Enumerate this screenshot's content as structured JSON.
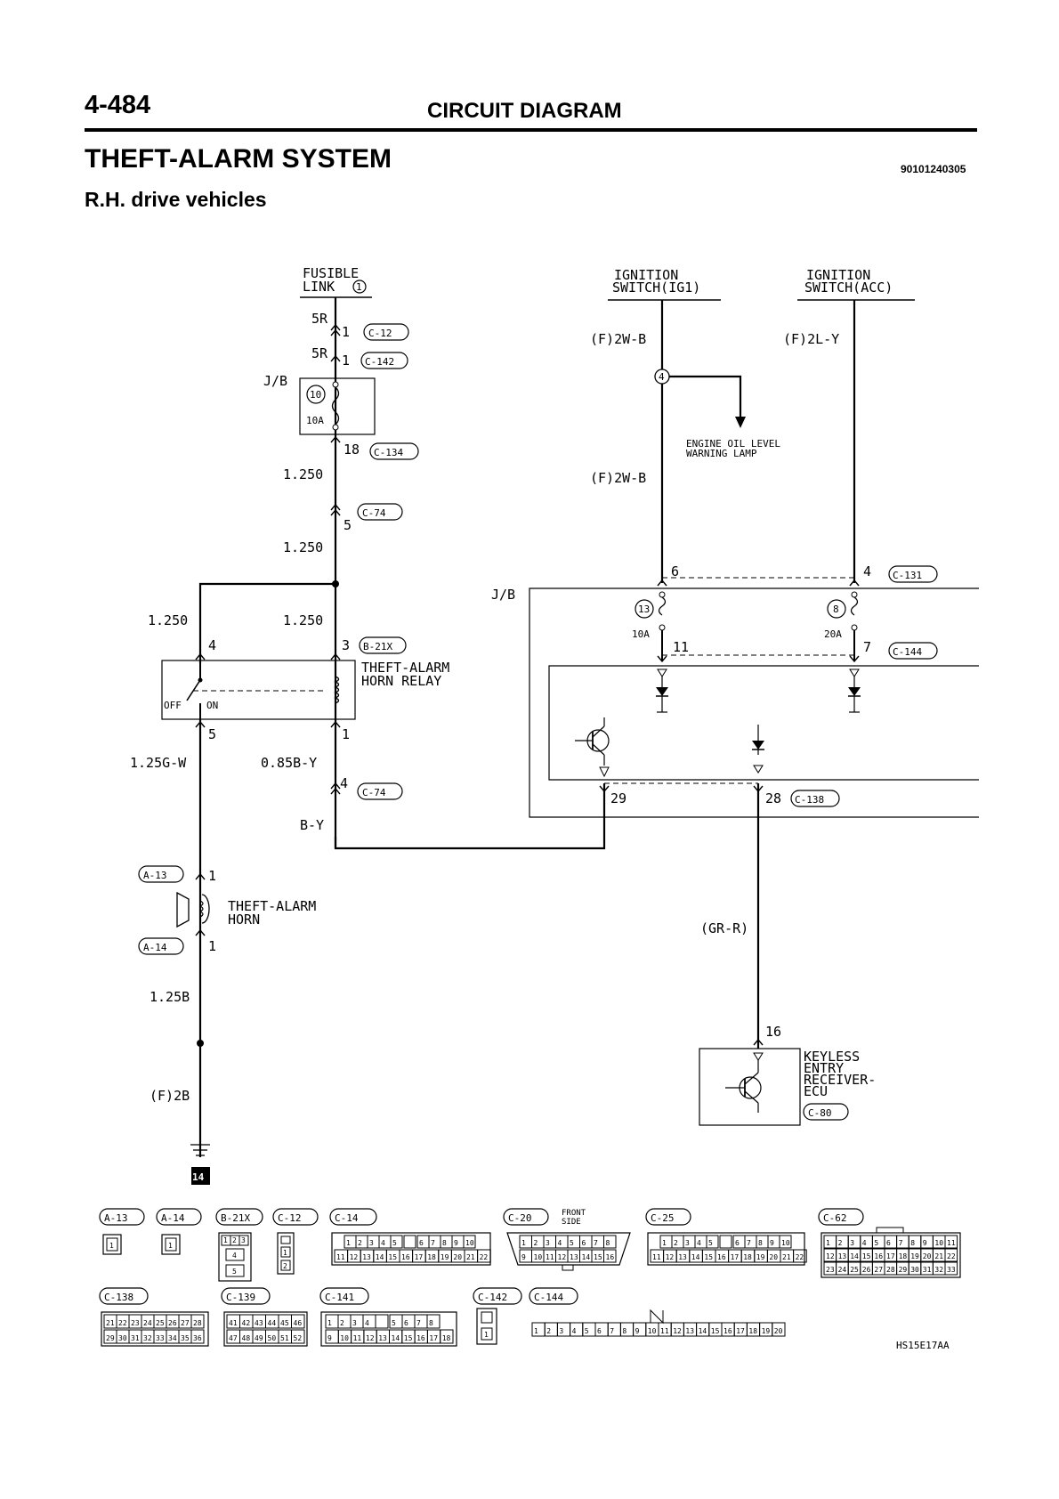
{
  "header": {
    "page_number": "4-484",
    "section_title": "CIRCUIT DIAGRAM",
    "system_title": "THEFT-ALARM SYSTEM",
    "doc_code": "90101240305",
    "subtitle": "R.H. drive vehicles"
  },
  "sources": {
    "fusible_link": [
      "FUSIBLE",
      "LINK"
    ],
    "fusible_link_num": "1",
    "ign1": [
      "IGNITION",
      "SWITCH(IG1)"
    ],
    "acc": [
      "IGNITION",
      "SWITCH(ACC)"
    ]
  },
  "wires": {
    "w5r_a": "5R",
    "w5r_b": "5R",
    "w1250_a": "1.250",
    "w1250_b": "1.250",
    "w1250_c": "1.250",
    "w1250_d": "1.250",
    "w125gw": "1.25G-W",
    "w085by": "0.85B-Y",
    "wby": "B-Y",
    "w125b": "1.25B",
    "wf2b": "(F)2B",
    "wf2wb_a": "(F)2W-B",
    "wf2wb_b": "(F)2W-B",
    "wf2ly": "(F)2L-Y",
    "wgrr": "(GR-R)"
  },
  "pins": {
    "c12": "1",
    "c142": "1",
    "c134": "18",
    "c74a": "5",
    "relay_in_l": "4",
    "relay_in_r": "3",
    "relay_out_l": "5",
    "relay_out_r": "1",
    "c74b": "4",
    "a13": "1",
    "a14": "1",
    "jb6": "6",
    "jb4": "4",
    "jb11": "11",
    "jb7": "7",
    "p29": "29",
    "p28": "28",
    "ecu16": "16"
  },
  "connectors": {
    "c12": "C-12",
    "c142": "C-142",
    "c134": "C-134",
    "c74a": "C-74",
    "b21x": "B-21X",
    "c74b": "C-74",
    "a13": "A-13",
    "a14": "A-14",
    "c131": "C-131",
    "c144": "C-144",
    "c138": "C-138",
    "c80": "C-80"
  },
  "components": {
    "jb_label_left": "J/B",
    "jb_label_right": "J/B",
    "fuse10_num": "10",
    "fuse10_rating": "10A",
    "fuse13_num": "13",
    "fuse13_rating": "10A",
    "fuse8_num": "8",
    "fuse8_rating": "20A",
    "relay": [
      "THEFT-ALARM",
      "HORN RELAY"
    ],
    "relay_off": "OFF",
    "relay_on": "ON",
    "horn": [
      "THEFT-ALARM",
      "HORN"
    ],
    "oil_lamp": [
      "ENGINE OIL LEVEL",
      "WARNING LAMP"
    ],
    "splice4": "4",
    "ecu": [
      "KEYLESS",
      "ENTRY",
      "RECEIVER-",
      "ECU"
    ],
    "ground": "14"
  },
  "legend": {
    "row1": [
      {
        "id": "A-13",
        "pins": [
          "1"
        ]
      },
      {
        "id": "A-14",
        "pins": [
          "1"
        ]
      },
      {
        "id": "B-21X",
        "pins": [
          "1",
          "2",
          "3",
          "4",
          "5"
        ]
      },
      {
        "id": "C-12",
        "pins": [
          "1",
          "2"
        ]
      },
      {
        "id": "C-14",
        "top": [
          "1",
          "2",
          "3",
          "4",
          "5",
          "6",
          "7",
          "8",
          "9",
          "10"
        ],
        "bottom": [
          "11",
          "12",
          "13",
          "14",
          "15",
          "16",
          "17",
          "18",
          "19",
          "20",
          "21",
          "22"
        ]
      },
      {
        "id": "C-20",
        "note": [
          "FRONT",
          "SIDE"
        ],
        "top": [
          "1",
          "2",
          "3",
          "4",
          "5",
          "6",
          "7",
          "8"
        ],
        "bottom": [
          "9",
          "10",
          "11",
          "12",
          "13",
          "14",
          "15",
          "16"
        ]
      },
      {
        "id": "C-25",
        "top": [
          "1",
          "2",
          "3",
          "4",
          "5",
          "6",
          "7",
          "8",
          "9",
          "10"
        ],
        "bottom": [
          "11",
          "12",
          "13",
          "14",
          "15",
          "16",
          "17",
          "18",
          "19",
          "20",
          "21",
          "22"
        ]
      },
      {
        "id": "C-62",
        "top": [
          "1",
          "2",
          "3",
          "4",
          "5",
          "6",
          "7",
          "8",
          "9",
          "10",
          "11"
        ],
        "mid": [
          "12",
          "13",
          "14",
          "15",
          "16",
          "17",
          "18",
          "19",
          "20",
          "21",
          "22"
        ],
        "bottom": [
          "23",
          "24",
          "25",
          "26",
          "27",
          "28",
          "29",
          "30",
          "31",
          "32",
          "33"
        ]
      }
    ],
    "row2": [
      {
        "id": "C-138",
        "top": [
          "21",
          "22",
          "23",
          "24",
          "25",
          "26",
          "27",
          "28"
        ],
        "bottom": [
          "29",
          "30",
          "31",
          "32",
          "33",
          "34",
          "35",
          "36"
        ]
      },
      {
        "id": "C-139",
        "top": [
          "41",
          "42",
          "43",
          "44",
          "45",
          "46"
        ],
        "bottom": [
          "47",
          "48",
          "49",
          "50",
          "51",
          "52"
        ]
      },
      {
        "id": "C-141",
        "top": [
          "1",
          "2",
          "3",
          "4",
          "5",
          "6",
          "7",
          "8"
        ],
        "bottom": [
          "9",
          "10",
          "11",
          "12",
          "13",
          "14",
          "15",
          "16",
          "17",
          "18"
        ]
      },
      {
        "id": "C-142",
        "pins": [
          "1"
        ]
      },
      {
        "id": "C-144",
        "top": [
          "1",
          "2",
          "3",
          "4",
          "5",
          "6",
          "7",
          "8",
          "9",
          "10",
          "11",
          "12",
          "13",
          "14",
          "15",
          "16",
          "17",
          "18",
          "19",
          "20"
        ]
      }
    ],
    "figure_code": "HS15E17AA"
  }
}
